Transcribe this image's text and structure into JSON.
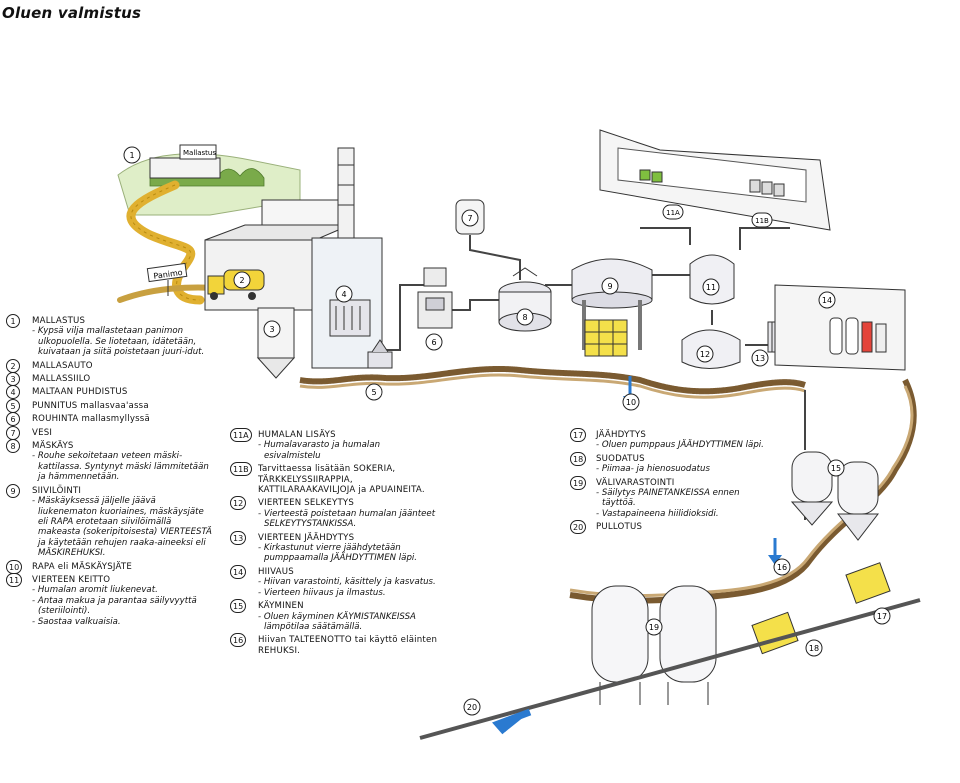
{
  "title": "Oluen valmistus",
  "labels": {
    "mallastus_sign": "Mallastus",
    "panimo_sign": "Panimo"
  },
  "diagram_numbers": [
    "1",
    "2",
    "3",
    "4",
    "5",
    "6",
    "7",
    "8",
    "9",
    "10",
    "11",
    "11A",
    "11B",
    "12",
    "13",
    "14",
    "15",
    "16",
    "17",
    "18",
    "19",
    "20"
  ],
  "legend_left": [
    {
      "n": "1",
      "title": "MALLASTUS",
      "desc": [
        "- Kypsä vilja mallastetaan panimon ulkopuolella. Se liotetaan, idätetään, kuivataan ja siitä poistetaan juuri-idut."
      ]
    },
    {
      "n": "2",
      "title": "MALLASAUTO",
      "desc": []
    },
    {
      "n": "3",
      "title": "MALLASSIILO",
      "desc": []
    },
    {
      "n": "4",
      "title": "MALTAAN PUHDISTUS",
      "desc": []
    },
    {
      "n": "5",
      "title": "PUNNITUS mallasvaa'assa",
      "desc": []
    },
    {
      "n": "6",
      "title": "ROUHINTA mallasmyllyssä",
      "desc": []
    },
    {
      "n": "7",
      "title": "VESI",
      "desc": []
    },
    {
      "n": "8",
      "title": "MÄSKÄYS",
      "desc": [
        "- Rouhe sekoitetaan veteen mäski-kattilassa. Syntynyt mäski lämmitetään ja hämmennetään."
      ]
    },
    {
      "n": "9",
      "title": "SIIVILÖINTI",
      "desc": [
        "- Mäskäyksessä jäljelle jäävä liukenematon kuoriaines, mäskäysjäte eli RAPA erotetaan siivilöimällä makeasta (sokeripitoisesta) VIERTEESTÄ ja käytetään rehujen raaka-aineeksi eli MÄSKIREHUKSI."
      ]
    },
    {
      "n": "10",
      "title": "RAPA eli MÄSKÄYSJÄTE",
      "desc": []
    },
    {
      "n": "11",
      "title": "VIERTEEN KEITTO",
      "desc": [
        "- Humalan aromit liukenevat.",
        "- Antaa makua ja parantaa säilyvyyttä (steriilointi).",
        "- Saostaa valkuaisia."
      ]
    }
  ],
  "legend_mid": [
    {
      "n": "11A",
      "title": "HUMALAN LISÄYS",
      "desc": [
        "- Humalavarasto ja humalan esivalmistelu"
      ]
    },
    {
      "n": "11B",
      "title": "Tarvittaessa lisätään SOKERIA, TÄRKKELYSSIIRAPPIA, KATTILARAAKAVILJOJA ja APUAINEITA.",
      "desc": []
    },
    {
      "n": "12",
      "title": "VIERTEEN SELKEYTYS",
      "desc": [
        "- Vierteestä poistetaan humalan jäänteet SELKEYTYSTANKISSA."
      ]
    },
    {
      "n": "13",
      "title": "VIERTEEN JÄÄHDYTYS",
      "desc": [
        "- Kirkastunut vierre jäähdytetään pumppaamalla JÄÄHDYTTIMEN läpi."
      ]
    },
    {
      "n": "14",
      "title": "HIIVAUS",
      "desc": [
        "- Hiivan varastointi, käsittely ja kasvatus.",
        "- Vierteen hiivaus ja ilmastus."
      ]
    },
    {
      "n": "15",
      "title": "KÄYMINEN",
      "desc": [
        "- Oluen käyminen KÄYMISTANKEISSA lämpötilaa säätämällä."
      ]
    },
    {
      "n": "16",
      "title": "Hiivan TALTEENOTTO tai käyttö eläinten REHUKSI.",
      "desc": []
    }
  ],
  "legend_right": [
    {
      "n": "17",
      "title": "JÄÄHDYTYS",
      "desc": [
        "- Oluen pumppaus JÄÄHDYTTIMEN läpi."
      ]
    },
    {
      "n": "18",
      "title": "SUODATUS",
      "desc": [
        "- Piimaa- ja hienosuodatus"
      ]
    },
    {
      "n": "19",
      "title": "VÄLIVARASTOINTI",
      "desc": [
        "- Säilytys PAINETANKEISSA ennen täyttöä.",
        "- Vastapaineena hiilidioksidi."
      ]
    },
    {
      "n": "20",
      "title": "PULLOTUS",
      "desc": []
    }
  ]
}
